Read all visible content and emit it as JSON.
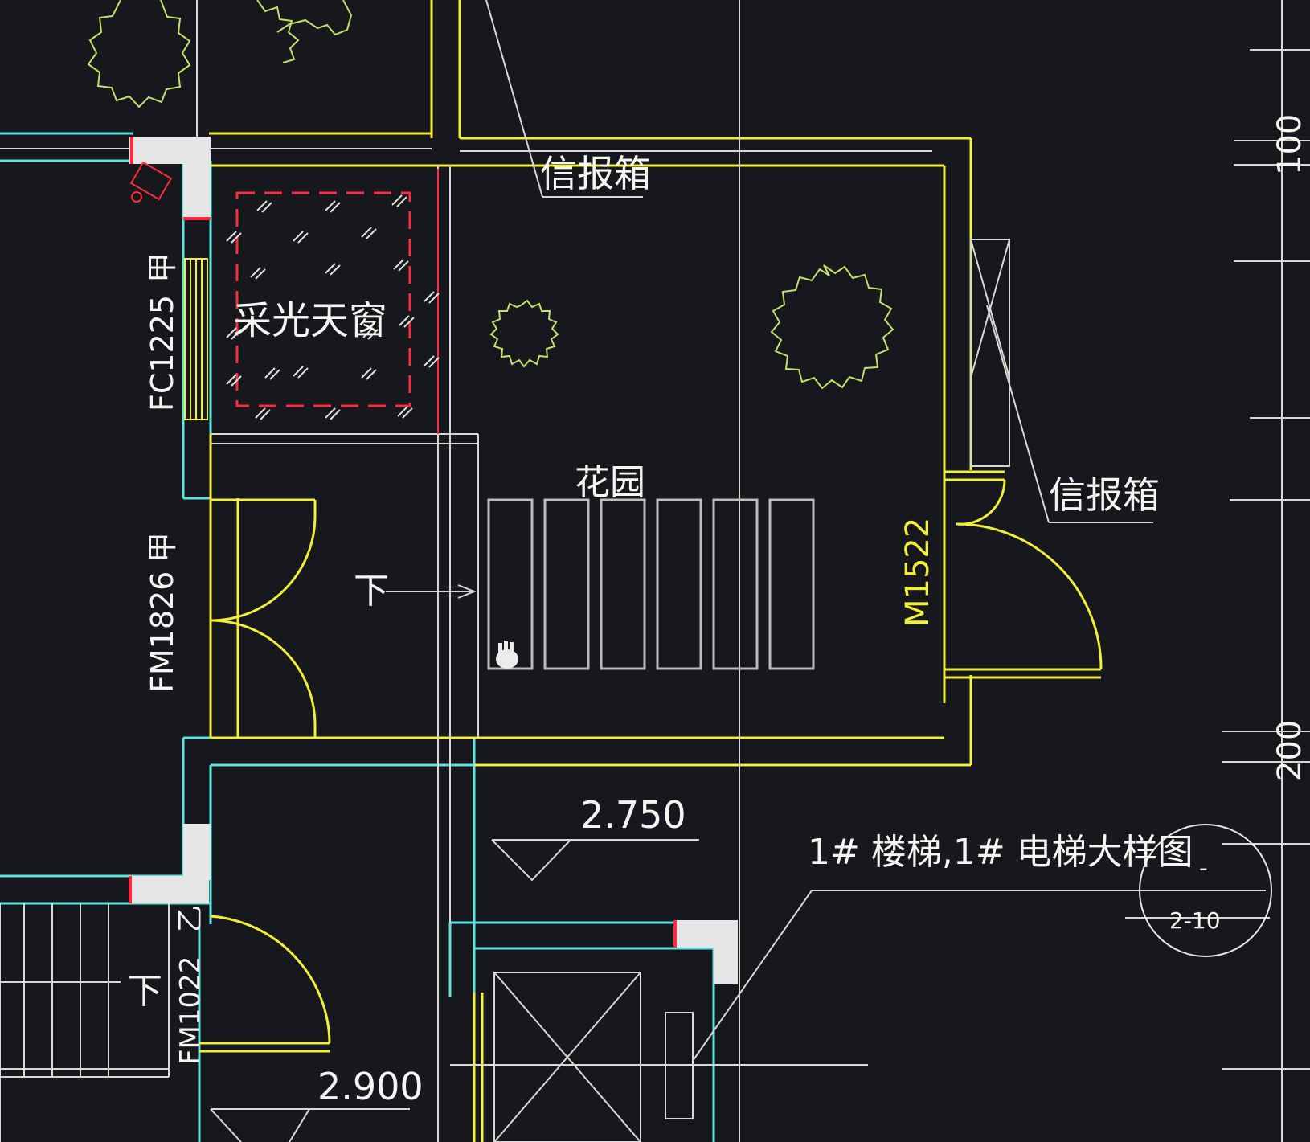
{
  "labels": {
    "mailbox_top": "信报箱",
    "mailbox_right": "信报箱",
    "skylight": "采光天窗",
    "garden": "花园",
    "down_upper": "下",
    "down_lower": "下",
    "door_m1522": "M1522",
    "door_fm1826": "FM1826",
    "door_fm1826_class": "甲",
    "window_fc1225": "FC1225",
    "window_fc1225_class": "甲",
    "door_fm1022": "FM1022",
    "door_fm1022_class": "乙",
    "elevation_upper": "2.750",
    "elevation_lower": "2.900",
    "detail_title": "1# 楼梯,1# 电梯大样图",
    "detail_ref_top": "-",
    "detail_ref_bottom": "2-10",
    "dim_100": "100",
    "dim_200": "200"
  },
  "colors": {
    "background": "#16181d",
    "wall_yellow": "#f2ee3a",
    "wall_cyan": "#5fe3e0",
    "line_white": "#e8e8e4",
    "line_grey": "#b9b9b4",
    "skylight_red": "#ff2a3c",
    "tree_green": "#c6e06a",
    "column_fill": "#e6e6e6"
  }
}
